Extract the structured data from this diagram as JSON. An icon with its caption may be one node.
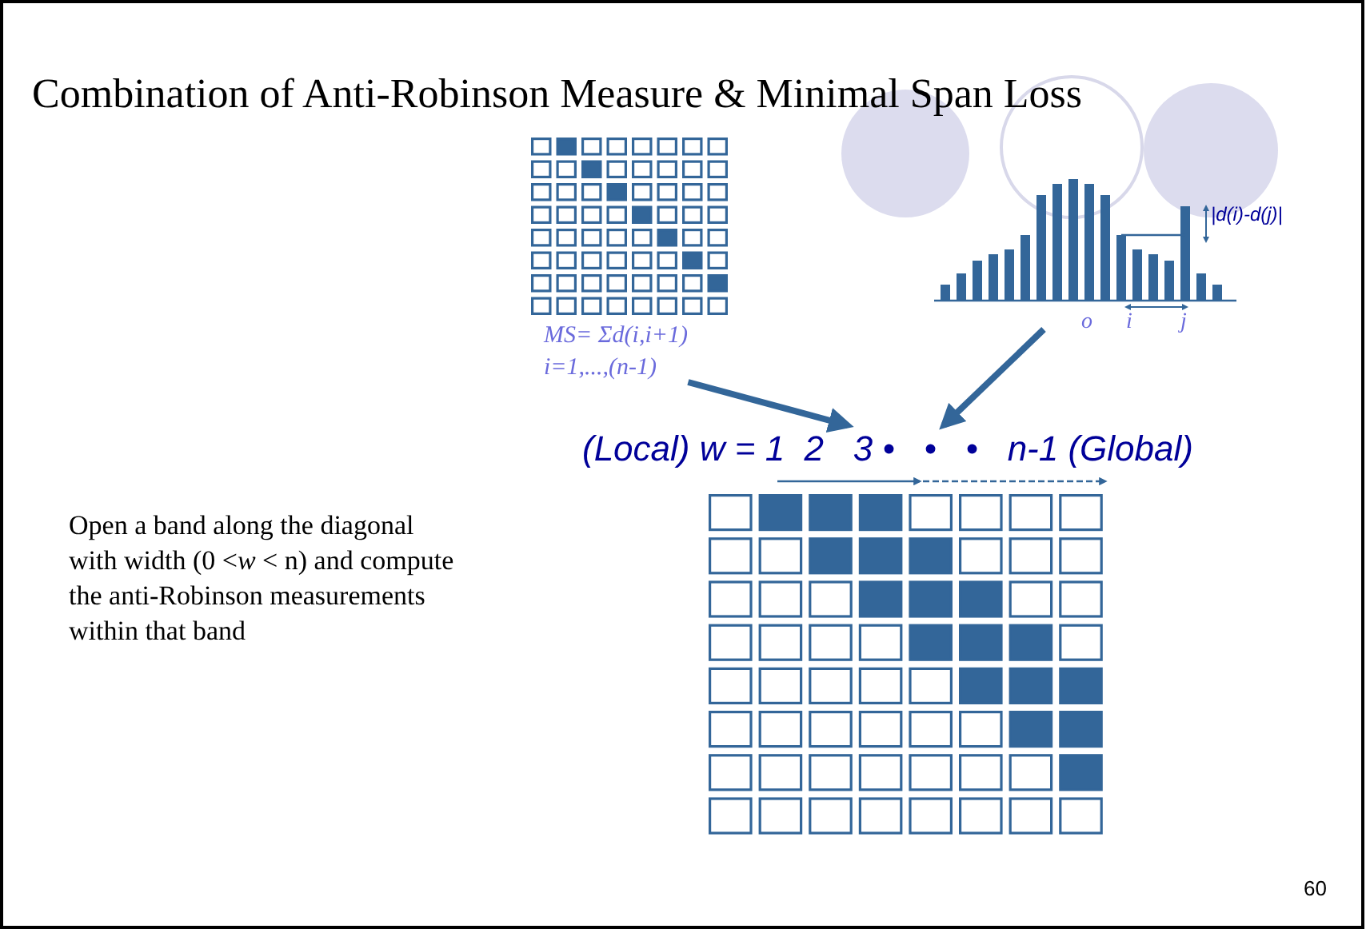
{
  "diagram": {
    "title": "Combination of Anti-Robinson Measure & Minimal Span Loss",
    "nodes": [
      {
        "text": [],
        "shape": "picture",
        "beside": [
          "MS= Σd(i,i+1)",
          "i=1,...,(n-1)"
        ]
      },
      {
        "text": [],
        "shape": "picture",
        "beside": [
          "o",
          "i",
          "j"
        ]
      },
      {
        "text": [
          "(Local) w = 1  2   3 •   •   •   n-1 (Global)"
        ]
      }
    ],
    "edges": [
      {
        "from": 0,
        "to": 2,
        "arrow": "to"
      },
      {
        "from": 1,
        "to": 2,
        "arrow": "to"
      }
    ],
    "labels": [
      "|d(i)-d(j)|",
      "Open a band along the diagonal with width (0 <*w* < n) and compute the anti-Robinson measurements within that band",
      "60"
    ]
  }
}
